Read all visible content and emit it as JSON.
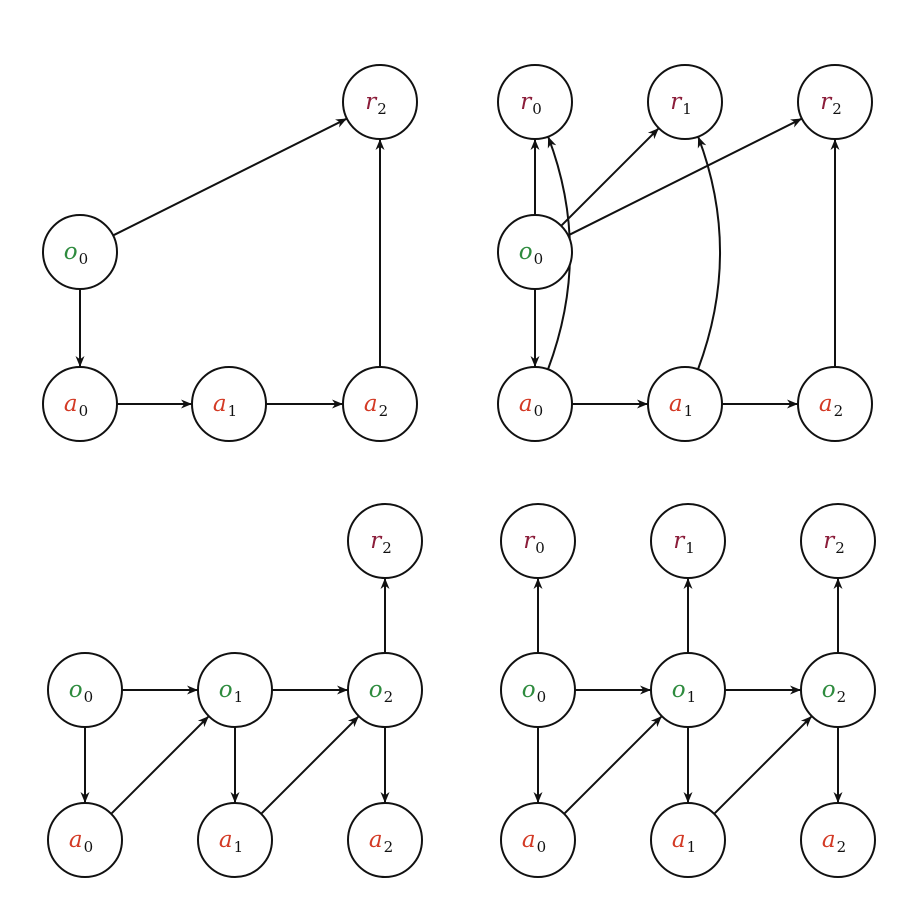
{
  "colors": {
    "observation": "#2e8b3e",
    "action": "#d33a25",
    "reward": "#8b1d3a",
    "stroke": "#111111"
  },
  "panels": [
    {
      "name": "top-left",
      "nodes": [
        {
          "id": "o0",
          "letter": "o",
          "sub": "0",
          "kind": "observation"
        },
        {
          "id": "r2",
          "letter": "r",
          "sub": "2",
          "kind": "reward"
        },
        {
          "id": "a0",
          "letter": "a",
          "sub": "0",
          "kind": "action"
        },
        {
          "id": "a1",
          "letter": "a",
          "sub": "1",
          "kind": "action"
        },
        {
          "id": "a2",
          "letter": "a",
          "sub": "2",
          "kind": "action"
        }
      ],
      "edges": [
        {
          "from": "o0",
          "to": "r2"
        },
        {
          "from": "o0",
          "to": "a0"
        },
        {
          "from": "a0",
          "to": "a1"
        },
        {
          "from": "a1",
          "to": "a2"
        },
        {
          "from": "a2",
          "to": "r2"
        }
      ]
    },
    {
      "name": "top-right",
      "nodes": [
        {
          "id": "r0",
          "letter": "r",
          "sub": "0",
          "kind": "reward"
        },
        {
          "id": "r1",
          "letter": "r",
          "sub": "1",
          "kind": "reward"
        },
        {
          "id": "r2",
          "letter": "r",
          "sub": "2",
          "kind": "reward"
        },
        {
          "id": "o0",
          "letter": "o",
          "sub": "0",
          "kind": "observation"
        },
        {
          "id": "a0",
          "letter": "a",
          "sub": "0",
          "kind": "action"
        },
        {
          "id": "a1",
          "letter": "a",
          "sub": "1",
          "kind": "action"
        },
        {
          "id": "a2",
          "letter": "a",
          "sub": "2",
          "kind": "action"
        }
      ],
      "edges": [
        {
          "from": "o0",
          "to": "r0"
        },
        {
          "from": "o0",
          "to": "r1"
        },
        {
          "from": "o0",
          "to": "r2"
        },
        {
          "from": "o0",
          "to": "a0"
        },
        {
          "from": "a0",
          "to": "r0",
          "curved": true
        },
        {
          "from": "a1",
          "to": "r1",
          "curved": true
        },
        {
          "from": "a0",
          "to": "a1"
        },
        {
          "from": "a1",
          "to": "a2"
        },
        {
          "from": "a2",
          "to": "r2"
        }
      ]
    },
    {
      "name": "bottom-left",
      "nodes": [
        {
          "id": "r2",
          "letter": "r",
          "sub": "2",
          "kind": "reward"
        },
        {
          "id": "o0",
          "letter": "o",
          "sub": "0",
          "kind": "observation"
        },
        {
          "id": "o1",
          "letter": "o",
          "sub": "1",
          "kind": "observation"
        },
        {
          "id": "o2",
          "letter": "o",
          "sub": "2",
          "kind": "observation"
        },
        {
          "id": "a0",
          "letter": "a",
          "sub": "0",
          "kind": "action"
        },
        {
          "id": "a1",
          "letter": "a",
          "sub": "1",
          "kind": "action"
        },
        {
          "id": "a2",
          "letter": "a",
          "sub": "2",
          "kind": "action"
        }
      ],
      "edges": [
        {
          "from": "o0",
          "to": "o1"
        },
        {
          "from": "o1",
          "to": "o2"
        },
        {
          "from": "o2",
          "to": "r2"
        },
        {
          "from": "o0",
          "to": "a0"
        },
        {
          "from": "o1",
          "to": "a1"
        },
        {
          "from": "o2",
          "to": "a2"
        },
        {
          "from": "a0",
          "to": "o1"
        },
        {
          "from": "a1",
          "to": "o2"
        }
      ]
    },
    {
      "name": "bottom-right",
      "nodes": [
        {
          "id": "r0",
          "letter": "r",
          "sub": "0",
          "kind": "reward"
        },
        {
          "id": "r1",
          "letter": "r",
          "sub": "1",
          "kind": "reward"
        },
        {
          "id": "r2",
          "letter": "r",
          "sub": "2",
          "kind": "reward"
        },
        {
          "id": "o0",
          "letter": "o",
          "sub": "0",
          "kind": "observation"
        },
        {
          "id": "o1",
          "letter": "o",
          "sub": "1",
          "kind": "observation"
        },
        {
          "id": "o2",
          "letter": "o",
          "sub": "2",
          "kind": "observation"
        },
        {
          "id": "a0",
          "letter": "a",
          "sub": "0",
          "kind": "action"
        },
        {
          "id": "a1",
          "letter": "a",
          "sub": "1",
          "kind": "action"
        },
        {
          "id": "a2",
          "letter": "a",
          "sub": "2",
          "kind": "action"
        }
      ],
      "edges": [
        {
          "from": "o0",
          "to": "r0"
        },
        {
          "from": "o1",
          "to": "r1"
        },
        {
          "from": "o2",
          "to": "r2"
        },
        {
          "from": "o0",
          "to": "o1"
        },
        {
          "from": "o1",
          "to": "o2"
        },
        {
          "from": "o0",
          "to": "a0"
        },
        {
          "from": "o1",
          "to": "a1"
        },
        {
          "from": "o2",
          "to": "a2"
        },
        {
          "from": "a0",
          "to": "o1"
        },
        {
          "from": "a1",
          "to": "o2"
        }
      ]
    }
  ]
}
